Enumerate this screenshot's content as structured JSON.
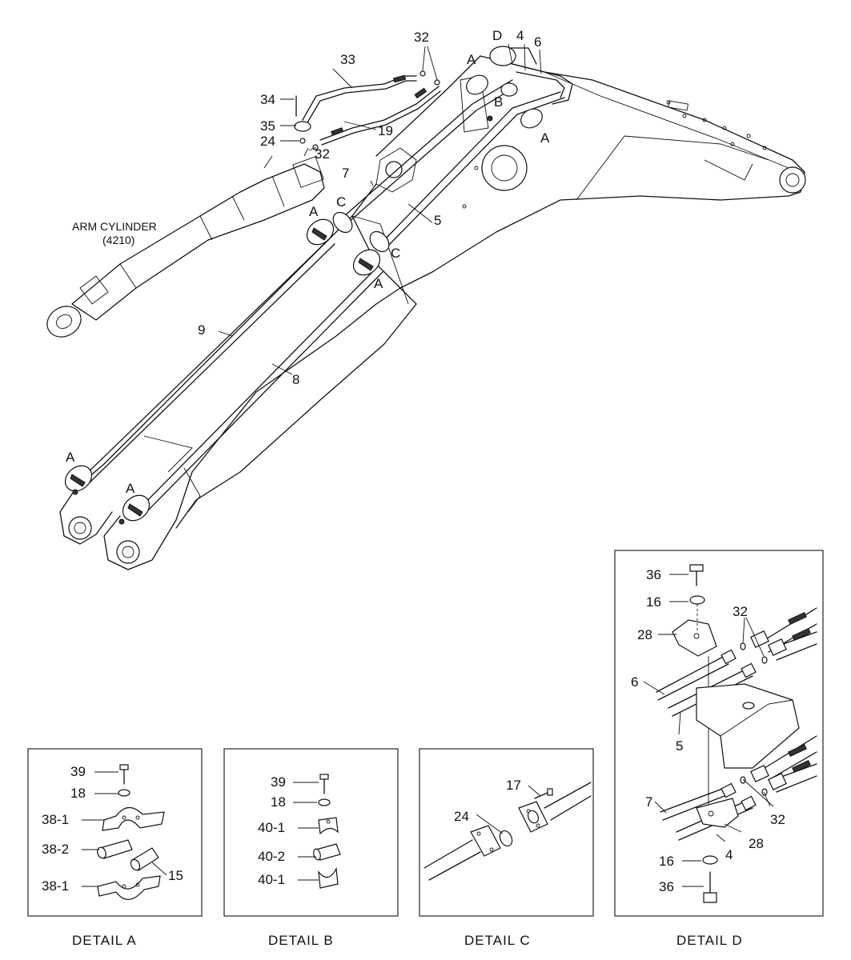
{
  "title_arm_cylinder": "ARM CYLINDER",
  "arm_cylinder_code": "(4210)",
  "main_labels": {
    "l32": "32",
    "l33": "33",
    "l34": "34",
    "l35": "35",
    "l24": "24",
    "l32b": "32",
    "l19": "19",
    "l7": "7",
    "l5": "5",
    "l9": "9",
    "l8": "8",
    "lD": "D",
    "l4": "4",
    "l6": "6",
    "lA1": "A",
    "lA2": "A",
    "lA3": "A",
    "lA4": "A",
    "lA5": "A",
    "lA6": "A",
    "lB": "B",
    "lC1": "C",
    "lC2": "C"
  },
  "detail_a": {
    "caption": "DETAIL  A",
    "labels": [
      "39",
      "18",
      "38-1",
      "38-2",
      "15",
      "38-1"
    ]
  },
  "detail_b": {
    "caption": "DETAIL  B",
    "labels": [
      "39",
      "18",
      "40-1",
      "40-2",
      "40-1"
    ]
  },
  "detail_c": {
    "caption": "DETAIL  C",
    "labels": [
      "17",
      "24"
    ]
  },
  "detail_d": {
    "caption": "DETAIL  D",
    "labels": [
      "36",
      "16",
      "28",
      "32",
      "6",
      "5",
      "7",
      "32",
      "28",
      "4",
      "16",
      "36"
    ]
  }
}
